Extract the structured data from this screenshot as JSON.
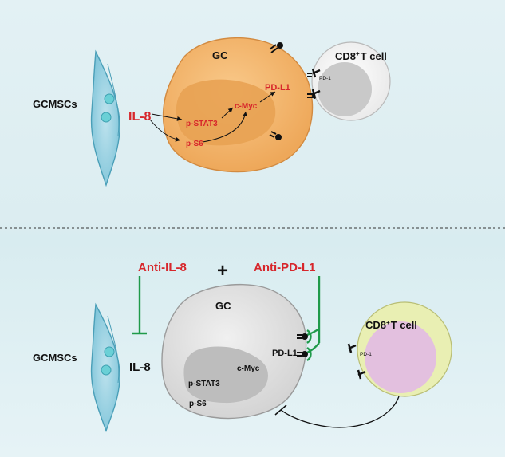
{
  "top_panel": {
    "stromal_label": "GCMSCs",
    "cytokine_label": "IL-8",
    "tumor_label": "GC",
    "tcell_label": "CD8",
    "tcell_label_sup": "+",
    "tcell_label_suffix": "T cell",
    "pd1_label": "PD-1",
    "nodes": {
      "pstat3": "p-STAT3",
      "ps6": "p-S6",
      "cmyc": "c-Myc",
      "pdl1": "PD-L1"
    }
  },
  "bottom_panel": {
    "stromal_label": "GCMSCs",
    "cytokine_label": "IL-8",
    "tumor_label": "GC",
    "anti_il8": "Anti-IL-8",
    "plus_sign": "+",
    "anti_pdl1": "Anti-PD-L1",
    "tcell_label": "CD8",
    "tcell_label_sup": "+",
    "tcell_label_suffix": "T cell",
    "pd1_label": "PD-1",
    "nodes": {
      "pstat3": "p-STAT3",
      "ps6": "p-S6",
      "cmyc": "c-Myc",
      "pdl1": "PD-L1"
    }
  },
  "colors": {
    "activated_text": "#d7262b",
    "inhibition_line": "#1f9a4a",
    "tumor_active_fill": "#f6bc72",
    "tumor_inactive_fill": "#dcdcdc",
    "tcell_active_fill": "#e3c0df",
    "tcell_halo": "#e9efb3"
  }
}
